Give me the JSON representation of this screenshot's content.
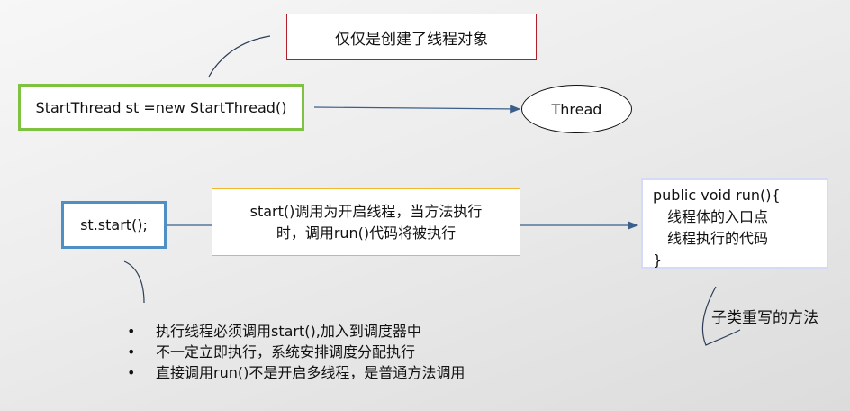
{
  "top_note": "仅仅是创建了线程对象",
  "create_code": "StartThread st =new StartThread()",
  "thread_label": "Thread",
  "start_code": "st.start();",
  "start_note": {
    "line1": "start()调用为开启线程，当方法执行",
    "line2": "时，调用run()代码将被执行"
  },
  "run_method": {
    "signature": "public void run(){",
    "line1": "线程体的入口点",
    "line2": "线程执行的代码",
    "close": "}"
  },
  "subclass_note": "子类重写的方法",
  "bullets": [
    "执行线程必须调用start(),加入到调度器中",
    "不一定立即执行，系统安排调度分配执行",
    "直接调用run()不是开启多线程，是普通方法调用"
  ],
  "colors": {
    "green_border": "#7fc241",
    "blue_border": "#4f8fc6",
    "red_border": "#b0202a",
    "yellow_border": "#f1b52f",
    "arrow": "#3a5f8a"
  }
}
